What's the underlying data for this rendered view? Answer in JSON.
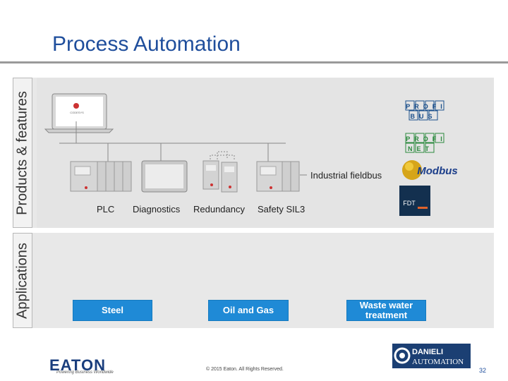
{
  "slide": {
    "title": "Process Automation",
    "page_number": "32",
    "copyright": "© 2015 Eaton. All Rights Reserved."
  },
  "products_panel": {
    "side_label": "Products & features",
    "software_label": "CODESYS",
    "hardware_labels": [
      "PLC",
      "Diagnostics",
      "Redundancy",
      "Safety SIL3"
    ],
    "bus_label": "Industrial fieldbus",
    "fieldbus_logos": [
      {
        "name": "profibus-logo",
        "lines": [
          "PROFI",
          "BUS"
        ]
      },
      {
        "name": "profinet-logo",
        "lines": [
          "PROFI",
          "NET"
        ]
      },
      {
        "name": "modbus-logo",
        "lines": [
          "Modbus"
        ]
      },
      {
        "name": "fdt-logo",
        "lines": [
          "FDT"
        ]
      }
    ]
  },
  "applications_panel": {
    "side_label": "Applications",
    "items": [
      {
        "label": "Steel"
      },
      {
        "label": "Oil and Gas"
      },
      {
        "label": "Waste water treatment"
      }
    ]
  },
  "footer": {
    "eaton_logo": "EATON",
    "eaton_tagline": "Powering Business Worldwide",
    "partner_logo_line1": "DANIELI",
    "partner_logo_line2": "AUTOMATION"
  }
}
